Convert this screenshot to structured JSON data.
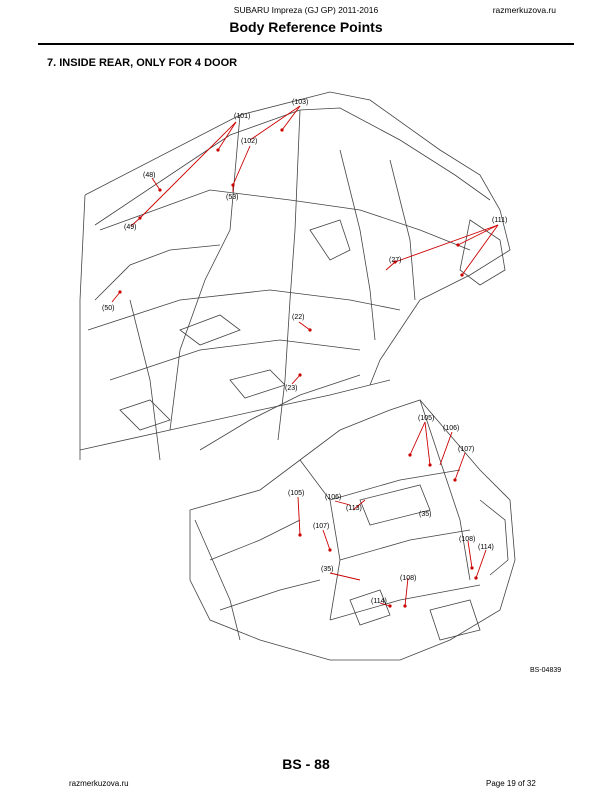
{
  "header": {
    "doc_title": "SUBARU Impreza (GJ GP) 2011-2016",
    "site": "razmerkuzova.ru",
    "page_title": "Body Reference Points"
  },
  "section": {
    "heading": "7.  INSIDE REAR, ONLY FOR 4 DOOR"
  },
  "figure": {
    "code": "BS-04839",
    "callouts": [
      "(101)",
      "(103)",
      "(102)",
      "(48)",
      "(53)",
      "(49)",
      "(50)",
      "(111)",
      "(27)",
      "(22)",
      "(23)",
      "(105)",
      "(106)",
      "(107)",
      "(105)",
      "(106)",
      "(113)",
      "(35)",
      "(107)",
      "(108)",
      "(114)",
      "(35)",
      "(108)",
      "(114)"
    ]
  },
  "footer": {
    "page_code": "BS - 88",
    "site": "razmerkuzova.ru",
    "page_of": "Page 19 of 32"
  }
}
